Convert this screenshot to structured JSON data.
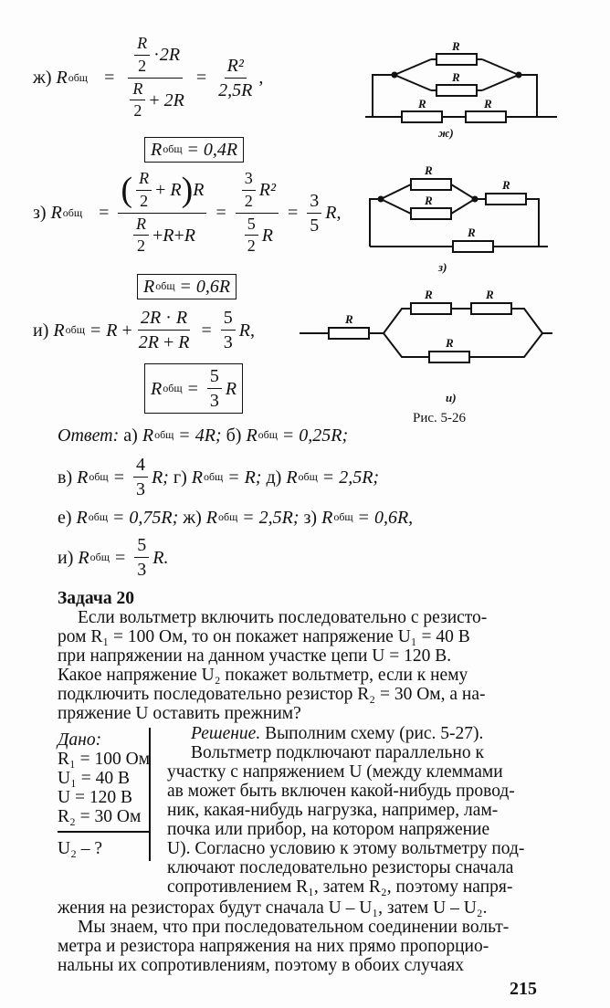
{
  "formulas": {
    "R": "R",
    "obsh": "общ",
    "eq": "=",
    "comma": ",",
    "dot": "·",
    "plus": "+",
    "zh": {
      "label": "ж)",
      "two": "2",
      "twoR": "2R",
      "R2": "R²",
      "den2": "2,5R",
      "boxed_value": "0,4R"
    },
    "z": {
      "label": "з)",
      "two": "2",
      "three": "3",
      "five": "5",
      "R2": "R²",
      "boxed_value": "0,6R"
    },
    "i": {
      "label": "и)",
      "twoR": "2R",
      "five": "5",
      "three": "3"
    }
  },
  "diagrams": {
    "resistor_label": "R",
    "zh_caption": "ж)",
    "z_caption": "з)",
    "i_caption": "и)",
    "figure": "Рис. 5-26"
  },
  "answer": {
    "label": "Ответ:",
    "items": [
      {
        "letter": "а)",
        "value": "4R;"
      },
      {
        "letter": "б)",
        "value": "0,25R;"
      },
      {
        "letter": "в)",
        "value_num": "4",
        "value_den": "3",
        "value_tail": "R;"
      },
      {
        "letter": "г)",
        "value": "R;"
      },
      {
        "letter": "д)",
        "value": "2,5R;"
      },
      {
        "letter": "е)",
        "value": "0,75R;"
      },
      {
        "letter": "ж)",
        "value": "2,5R;"
      },
      {
        "letter": "з)",
        "value": "0,6R,"
      },
      {
        "letter": "и)",
        "value_num": "5",
        "value_den": "3",
        "value_tail": "R."
      }
    ]
  },
  "task": {
    "title": "Задача 20",
    "statement": [
      "Если вольтметр включить последовательно с резисто-",
      "ром R₁ = 100 Ом, то он покажет напряжение U₁ = 40 В",
      "при напряжении на данном участке цепи U = 120 В.",
      "Какое напряжение U₂ покажет вольтметр, если к нему",
      "подключить последовательно резистор R₂ = 30 Ом, а на-",
      "пряжение U оставить прежним?"
    ],
    "given_label": "Дано:",
    "given": [
      "R₁ = 100 Ом",
      "U₁ = 40 В",
      "U = 120 В",
      "R₂ = 30 Ом"
    ],
    "find": "U₂ – ?",
    "solution_label": "Решение.",
    "solution_first": "Выполним схему (рис. 5-27).",
    "solution": [
      "Вольтметр подключают параллельно к",
      "участку с напряжением U (между клеммами",
      "ав может быть включен какой-нибудь провод-",
      "ник, какая-нибудь нагрузка, например, лам-",
      "почка или прибор, на котором напряжение",
      "U). Согласно условию к этому вольтметру под-",
      "ключают последовательно резисторы сначала",
      "сопротивлением R₁, затем R₂, поэтому напря-"
    ],
    "continuation": [
      "жения на резисторах будут сначала U – U₁, затем U – U₂.",
      "Мы знаем, что при последовательном соединении вольт-",
      "метра и резистора напряжения на них прямо пропорцио-",
      "нальны их сопротивлениям, поэтому в обоих случаях"
    ]
  },
  "page_number": "215"
}
